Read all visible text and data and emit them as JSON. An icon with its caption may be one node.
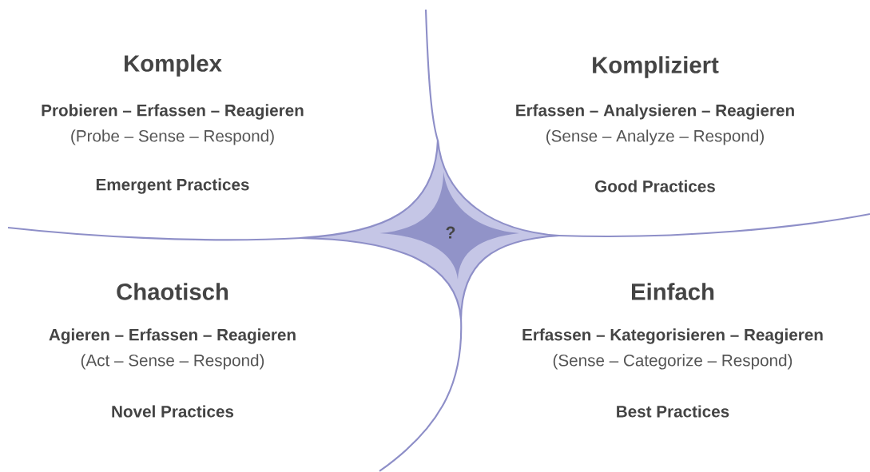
{
  "diagram": {
    "nodes": [
      {
        "text": [
          "?"
        ]
      }
    ],
    "labels": [
      "Komplex",
      "Probieren – Erfassen – Reagieren",
      "(Probe – Sense – Respond)",
      "Emergent Practices",
      "Kompliziert",
      "Erfassen – Analysieren – Reagieren",
      "(Sense – Analyze – Respond)",
      "Good Practices",
      "Chaotisch",
      "Agieren – Erfassen – Reagieren",
      "(Act – Sense – Respond)",
      "Novel Practices",
      "Einfach",
      "Erfassen – Kategorisieren – Reagieren",
      "(Sense – Categorize – Respond)",
      "Best Practices"
    ]
  }
}
